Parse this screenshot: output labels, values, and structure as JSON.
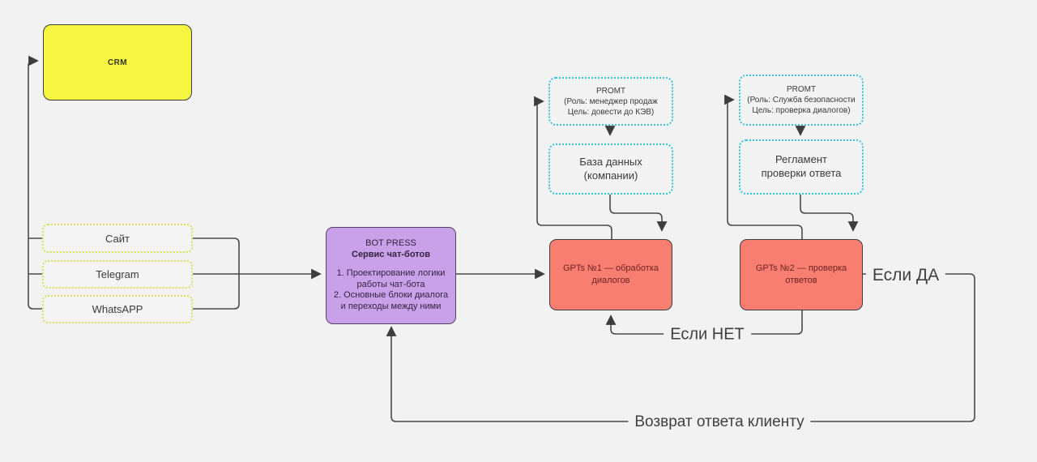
{
  "colors": {
    "background": "#f2f2f2",
    "line": "#4a4a4a",
    "crm_fill": "#f6f542",
    "channel_border": "#d9e15a",
    "botpress_fill": "#c8a1e8",
    "gpt_fill": "#f87e72",
    "prompt_border": "#35c4d7"
  },
  "nodes": {
    "crm": {
      "label": "CRM"
    },
    "channels": [
      "Сайт",
      "Telegram",
      "WhatsAPP"
    ],
    "botpress": {
      "title": "BOT PRESS",
      "subtitle": "Сервис чат-ботов",
      "items": [
        "1. Проектирование логики работы чат-бота",
        "2. Основные блоки диалога и переходы между ними"
      ]
    },
    "gpt1": {
      "label": "GPTs №1 — обработка диалогов"
    },
    "gpt2": {
      "label": "GPTs №2 — проверка ответов"
    },
    "promt1": {
      "lines": [
        "PROMT",
        "(Роль: менеджер продаж",
        "Цель: довести до КЭВ)"
      ]
    },
    "database": {
      "lines": [
        "База данных",
        "(компании)"
      ]
    },
    "promt2": {
      "lines": [
        "PROMT",
        "(Роль: Служба безопасности",
        "Цель: проверка диалогов)"
      ]
    },
    "reglament": {
      "label": "Регламент проверки ответа"
    }
  },
  "edge_labels": {
    "yes": "Если ДА",
    "no": "Если НЕТ",
    "return": "Возврат ответа клиенту"
  }
}
